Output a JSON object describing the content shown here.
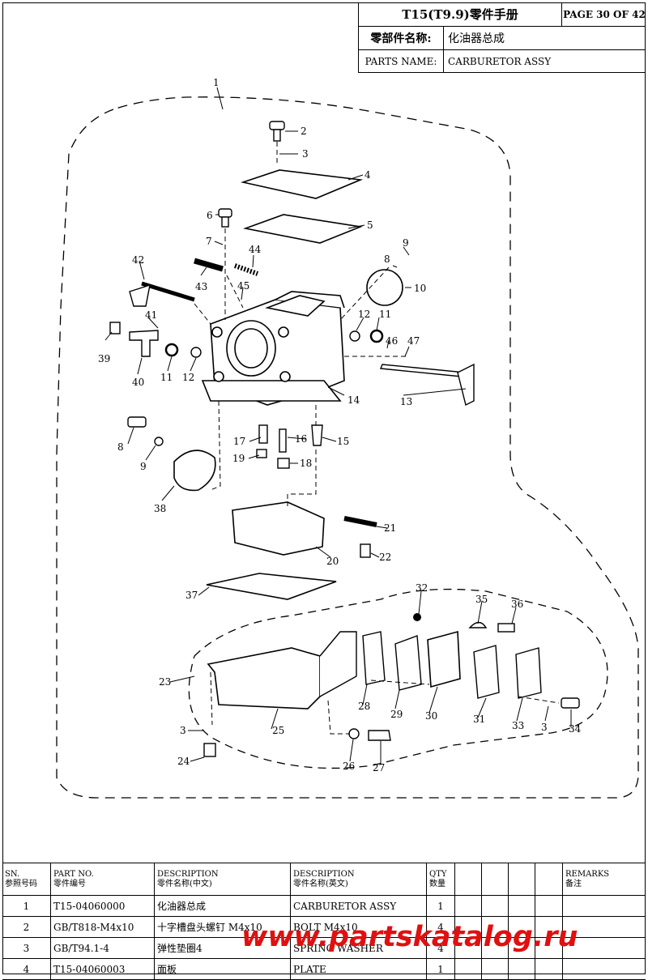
{
  "header": {
    "title": "T15(T9.9)零件手册",
    "page": "PAGE 30 OF 42",
    "name_cn_label": "零部件名称:",
    "name_cn_value": "化油器总成",
    "name_en_label": "PARTS NAME:",
    "name_en_value": "CARBURETOR ASSY"
  },
  "callouts": [
    "1",
    "2",
    "3",
    "4",
    "5",
    "6",
    "7",
    "8",
    "9",
    "10",
    "11",
    "12",
    "13",
    "14",
    "15",
    "16",
    "17",
    "18",
    "19",
    "20",
    "21",
    "22",
    "23",
    "24",
    "25",
    "26",
    "27",
    "28",
    "29",
    "30",
    "31",
    "32",
    "33",
    "34",
    "35",
    "36",
    "37",
    "38",
    "39",
    "40",
    "41",
    "42",
    "43",
    "44",
    "45",
    "46",
    "47"
  ],
  "table": {
    "headers": {
      "sn_en": "SN.",
      "sn_cn": "参照号码",
      "pn_en": "PART NO.",
      "pn_cn": "零件编号",
      "desc_cn_en": "DESCRIPTION",
      "desc_cn_cn": "零件名称(中文)",
      "desc_en_en": "DESCRIPTION",
      "desc_en_cn": "零件名称(英文)",
      "qty_en": "QTY",
      "qty_cn": "数量",
      "rem_en": "REMARKS",
      "rem_cn": "备注"
    },
    "rows": [
      {
        "sn": "1",
        "pn": "T15-04060000",
        "cn": "化油器总成",
        "en": "CARBURETOR ASSY",
        "qty": "1"
      },
      {
        "sn": "2",
        "pn": "GB/T818-M4x10",
        "cn": "十字槽盘头螺钉 M4x10",
        "en": "BOLT M4x10",
        "qty": "4"
      },
      {
        "sn": "3",
        "pn": "GB/T94.1-4",
        "cn": "弹性垫圈4",
        "en": "SPRING WASHER",
        "qty": "4"
      },
      {
        "sn": "4",
        "pn": "T15-04060003",
        "cn": "面板",
        "en": "PLATE",
        "qty": "1"
      }
    ]
  },
  "watermark": "www.partskatalog.ru"
}
